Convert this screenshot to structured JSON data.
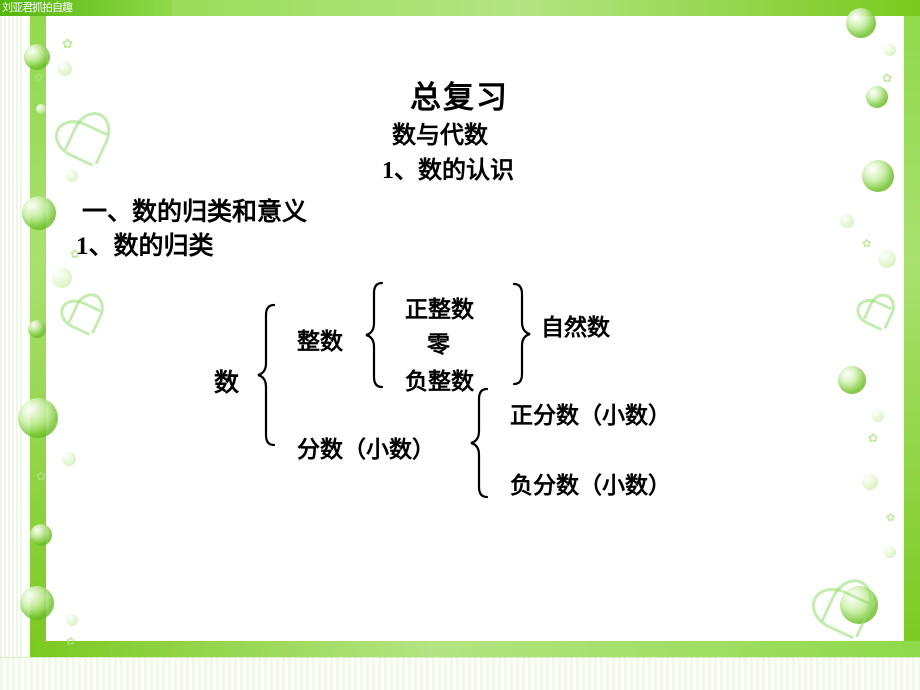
{
  "slide": {
    "corner_tag": "刘亚君抓拍自趣",
    "title_main": "总复习",
    "title_sub1": "数与代数",
    "title_sub2": "1、数的认识",
    "heading_1": "一、数的归类和意义",
    "heading_2": "1、数的归类",
    "tree": {
      "root": "数",
      "level1": [
        {
          "label": "整数"
        },
        {
          "label": "分数（小数）"
        }
      ],
      "integer_children": [
        "正整数",
        "零",
        "负整数"
      ],
      "integer_group_label": "自然数",
      "fraction_children": [
        "正分数（小数）",
        "负分数（小数）"
      ]
    }
  },
  "theme": {
    "frame_green": "#7ed321",
    "frame_green_light": "#b4e483",
    "tag_green_dark": "#55b50d",
    "text_color": "#000000",
    "page_background": "#ffffff"
  },
  "decor": {
    "bubble_icon": "bubble-icon",
    "heart_icon": "heart-icon",
    "flower_icon": "flower-icon",
    "flower_glyph": "✿"
  }
}
